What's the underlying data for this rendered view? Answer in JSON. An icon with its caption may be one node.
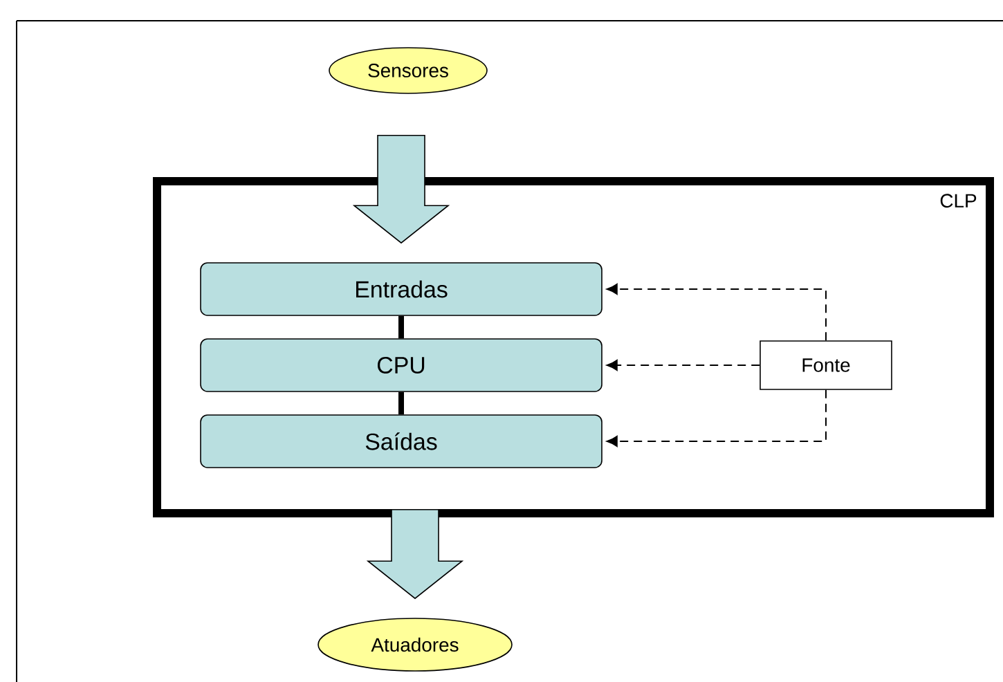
{
  "diagram": {
    "nodes": [
      {
        "text": [
          "Sensores"
        ]
      },
      {
        "text": [
          "CLP"
        ]
      },
      {
        "text": [
          "Entradas"
        ],
        "in": 1
      },
      {
        "text": [
          "CPU"
        ],
        "in": 1
      },
      {
        "text": [
          "Saídas"
        ],
        "in": 1
      },
      {
        "text": [
          "Fonte"
        ],
        "in": 1
      },
      {
        "text": [
          "Atuadores"
        ]
      }
    ],
    "edges": [
      {
        "from": 0,
        "to": 2,
        "arrow": "to",
        "style": "thick",
        "color": "#b9dfe0"
      },
      {
        "from": 2,
        "to": 3,
        "arrow": "none",
        "style": "thick"
      },
      {
        "from": 3,
        "to": 4,
        "arrow": "none",
        "style": "thick"
      },
      {
        "from": 5,
        "to": 2,
        "arrow": "to",
        "style": "dashed"
      },
      {
        "from": 5,
        "to": 3,
        "arrow": "to",
        "style": "dashed"
      },
      {
        "from": 5,
        "to": 4,
        "arrow": "to",
        "style": "dashed"
      },
      {
        "from": 4,
        "to": 6,
        "arrow": "to",
        "style": "thick",
        "color": "#b9dfe0"
      }
    ]
  }
}
